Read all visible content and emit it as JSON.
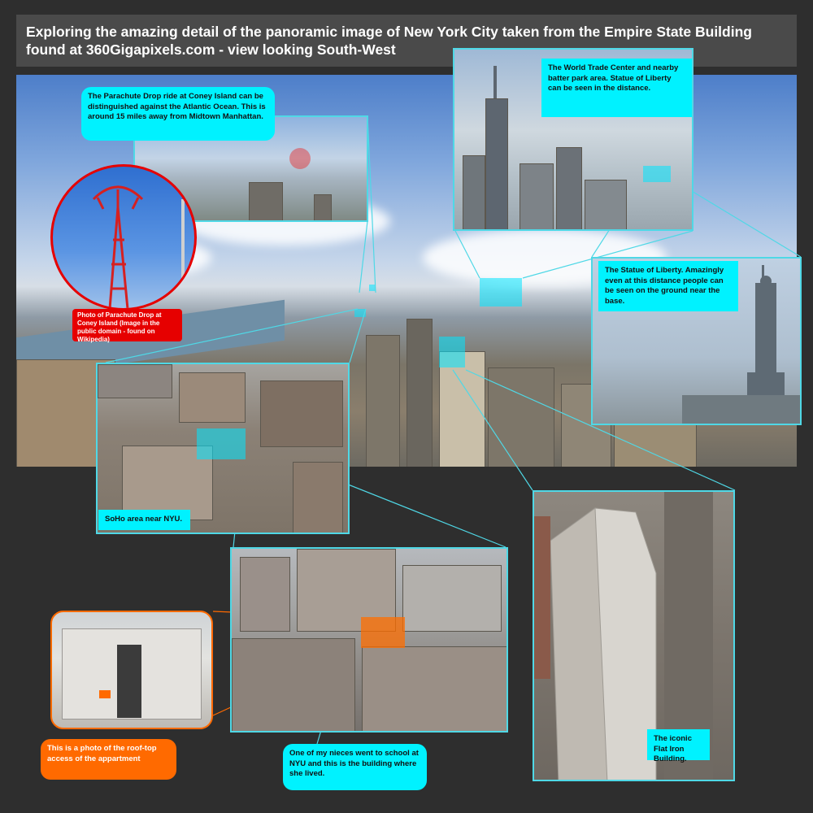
{
  "title": "Exploring the amazing detail of the panoramic image of New York City taken from the Empire State Building found at 360Gigapixels.com - view looking South-West",
  "callouts": {
    "parachute_drop": "The Parachute Drop ride at Coney Island can be distinguished against the Atlantic Ocean. This is around 15 miles away from Midtown Manhattan.",
    "parachute_photo": "Photo of Parachute Drop at Coney Island (Image in the public domain - found on Wikipedia)",
    "world_trade_center": "The World Trade Center and nearby batter park area.  Statue of Liberty can be seen in the distance.",
    "statue_of_liberty": "The Statue of Liberty.  Amazingly even at this distance people can be seen on the ground near the base.",
    "soho": "SoHo area near NYU.",
    "rooftop": "This is a photo of the roof-top access of the appartment",
    "nyu_building": "One of my nieces went to school at NYU and this is the building where she lived.",
    "flatiron": "The iconic Flat Iron Building."
  },
  "colors": {
    "callout": "#00f2ff",
    "photo_note": "#e60000",
    "rooftop_note": "#ff6a00",
    "frame": "#4fd8e6",
    "background": "#2e2e2e"
  }
}
